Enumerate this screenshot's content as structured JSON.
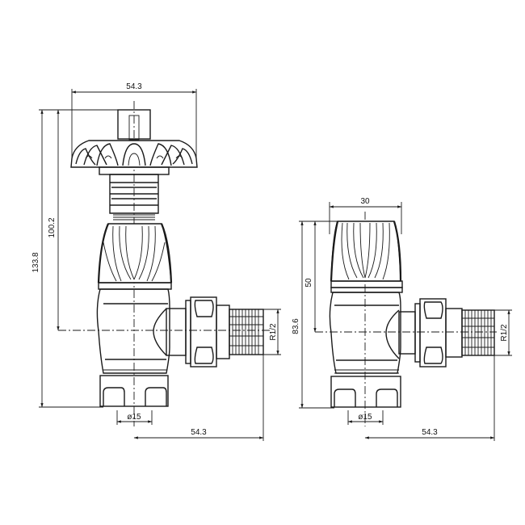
{
  "drawing": {
    "type": "technical-dimension-drawing",
    "subject": "radiator valves (angled)",
    "line_color": "#1a1a1a",
    "background": "#ffffff",
    "units": "mm"
  },
  "left_valve": {
    "name": "traditional crown-head angled radiator valve",
    "dimensions": {
      "head_width": "54.3",
      "overall_height": "133.8",
      "height_to_outlet_centre": "100.2",
      "inlet_diameter": "ø15",
      "outlet_offset": "54.3",
      "outlet_thread": "R1/2"
    }
  },
  "right_valve": {
    "name": "fluted-head angled radiator valve",
    "dimensions": {
      "head_width": "30",
      "height_to_outlet_centre": "50",
      "overall_height": "83.6",
      "inlet_diameter": "ø15",
      "outlet_offset": "54.3",
      "outlet_thread": "R1/2"
    }
  }
}
